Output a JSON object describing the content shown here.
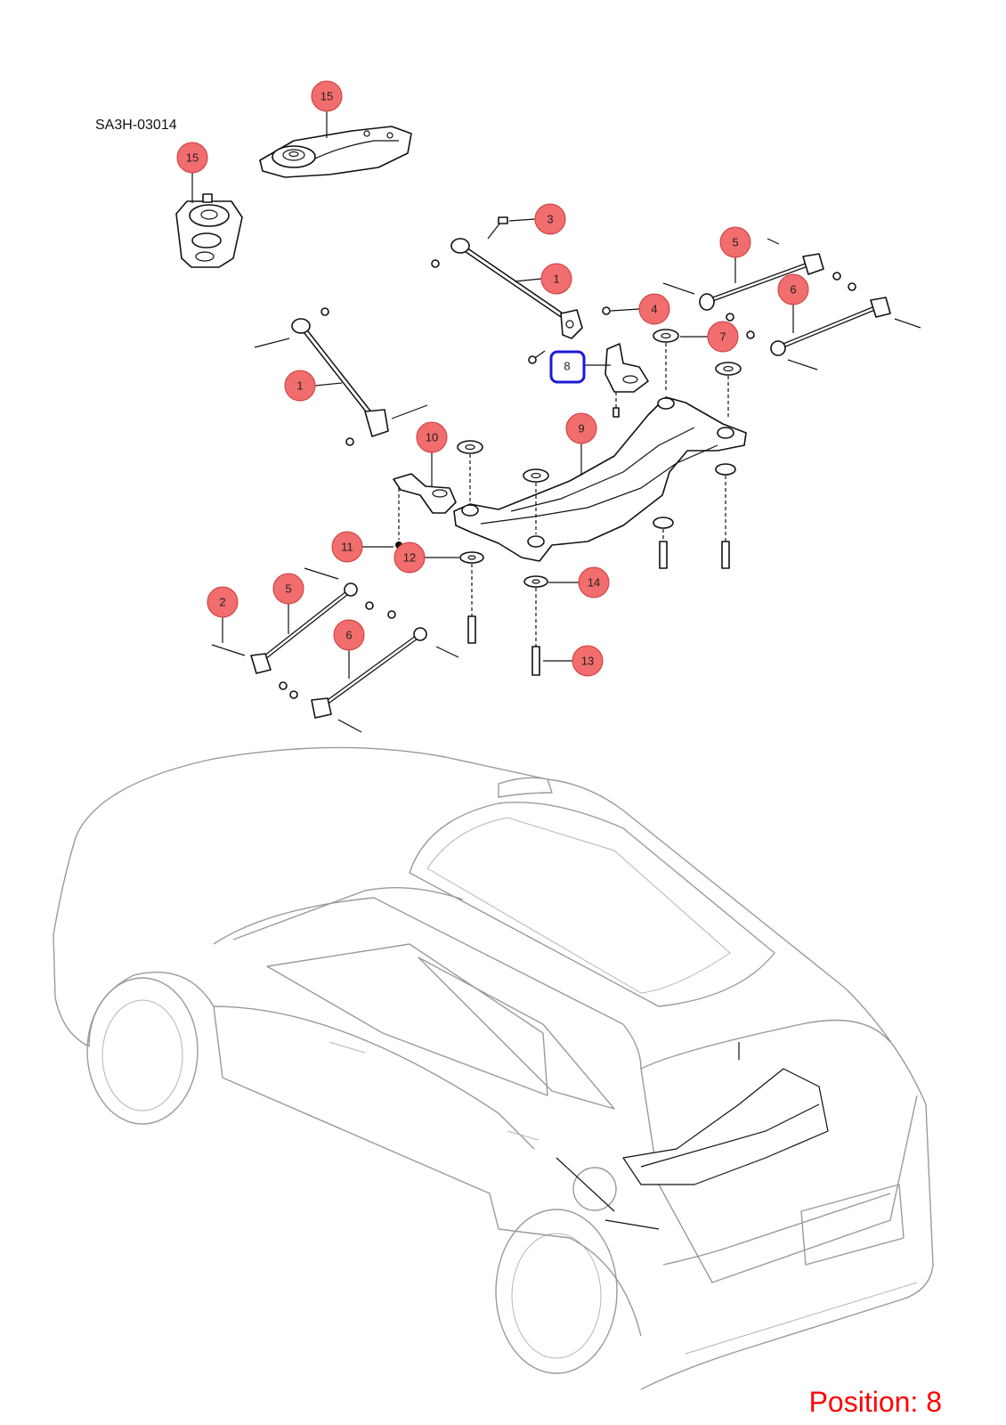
{
  "diagram": {
    "reference_code": "SA3H-03014",
    "position_label": "Position: 8",
    "selected_callout": "8",
    "colors": {
      "callout_fill": "#f26d6d",
      "selection_outline": "#1a1ad8",
      "position_text": "#ff0000"
    }
  },
  "callouts": {
    "c15a": "15",
    "c15b": "15",
    "c3": "3",
    "c1a": "1",
    "c4": "4",
    "c5a": "5",
    "c6a": "6",
    "c7": "7",
    "c8": "8",
    "c1b": "1",
    "c9": "9",
    "c10": "10",
    "c11": "11",
    "c12": "12",
    "c14": "14",
    "c13": "13",
    "c2": "2",
    "c5b": "5",
    "c6b": "6"
  }
}
